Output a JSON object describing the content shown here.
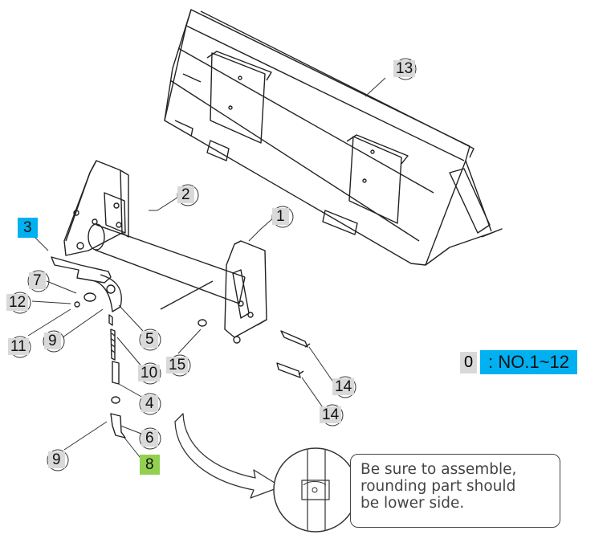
{
  "callouts": {
    "c1": "1",
    "c2": "2",
    "c3": "3",
    "c4": "4",
    "c5": "5",
    "c6": "6",
    "c7": "7",
    "c8": "8",
    "c9a": "9",
    "c9b": "9",
    "c10": "10",
    "c11": "11",
    "c12": "12",
    "c13": "13",
    "c14a": "14",
    "c14b": "14",
    "c15": "15"
  },
  "legend": {
    "key": "0",
    "text": ": NO.1~12"
  },
  "note": {
    "line1": "Be sure to assemble,",
    "line2": "rounding part should",
    "line3": "be lower side."
  },
  "colors": {
    "highlight_blue": "#00b0f0",
    "highlight_green": "#92d050",
    "label_gray": "#d9d9d9"
  }
}
